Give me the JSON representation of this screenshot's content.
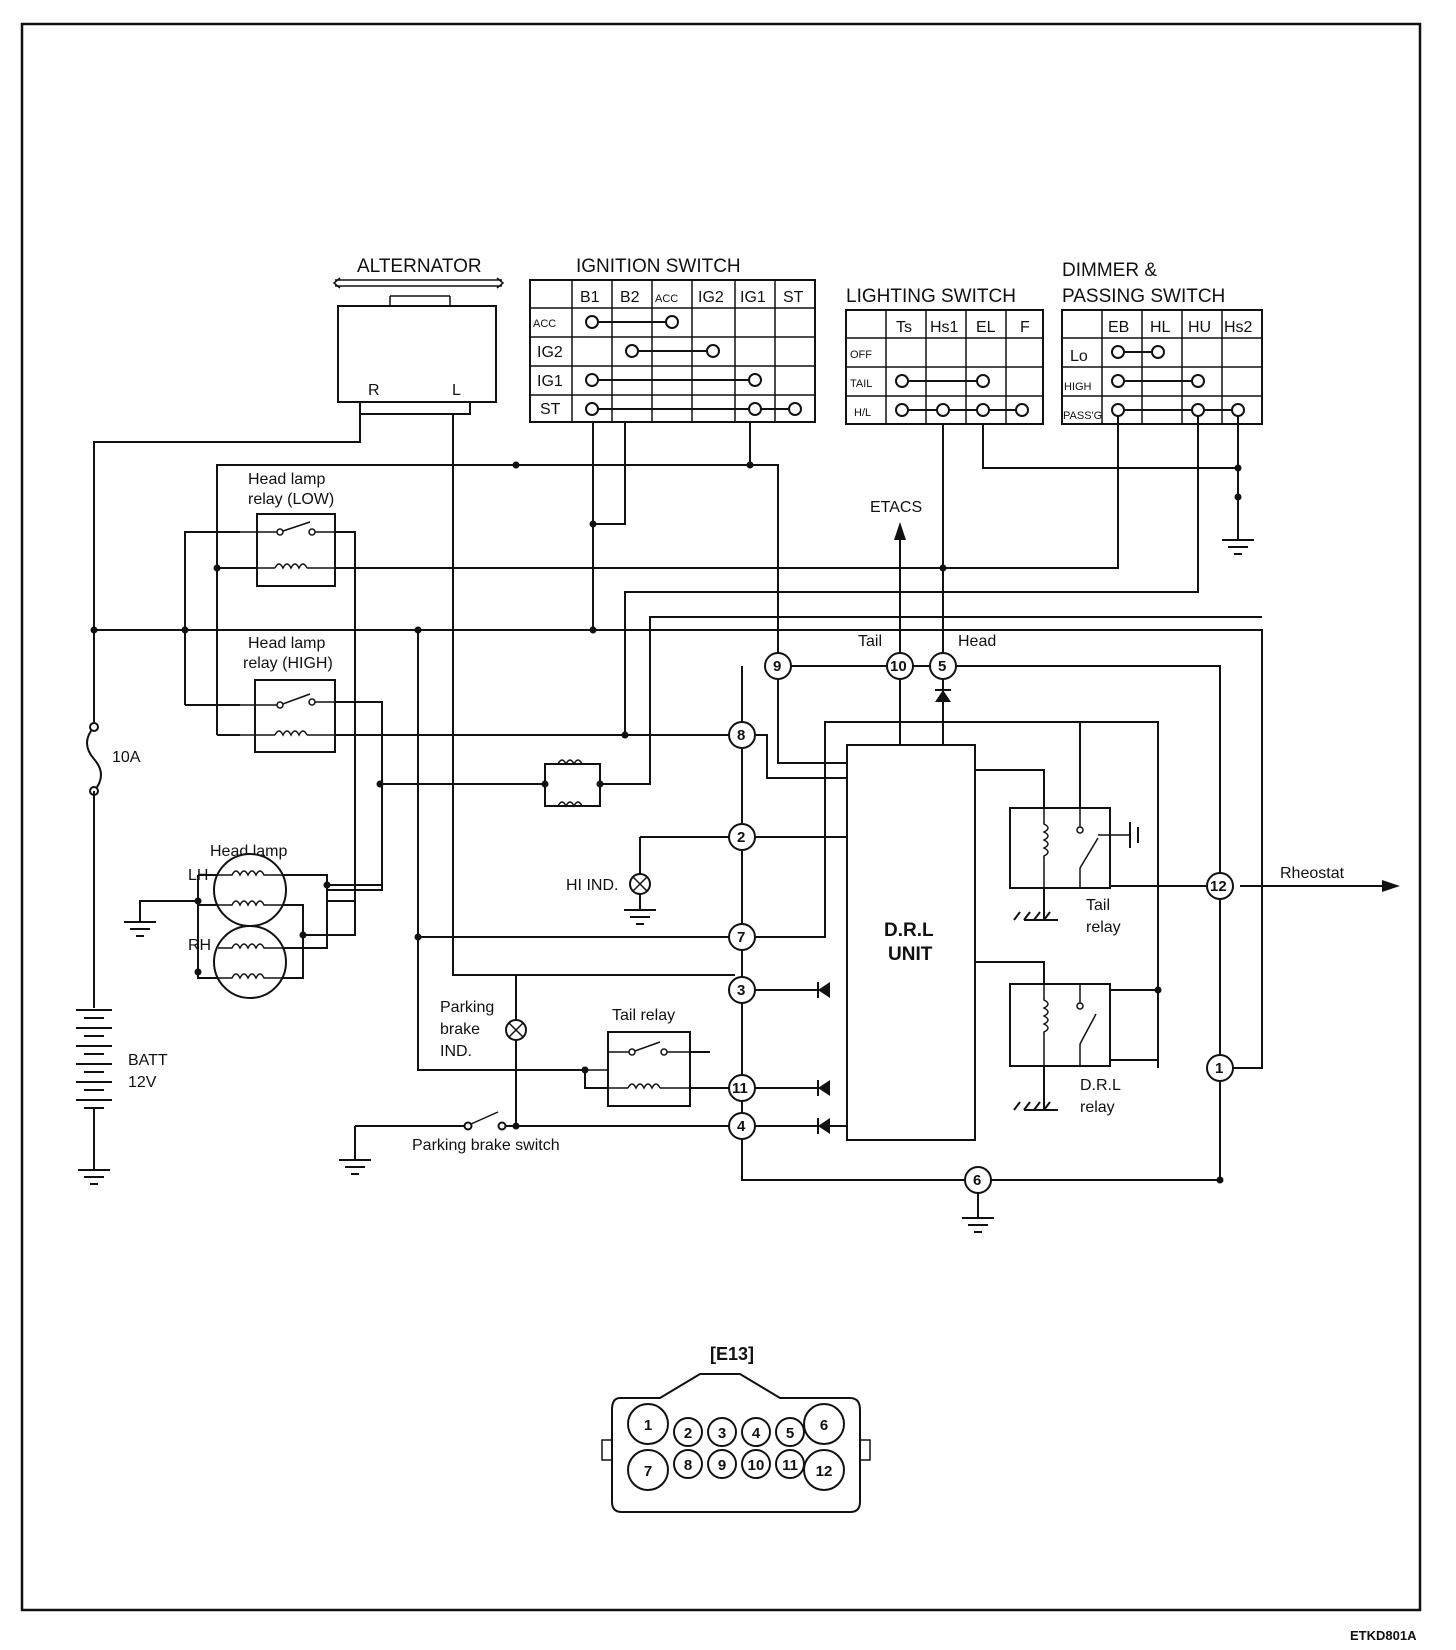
{
  "diagram_code": "ETKD801A",
  "components": {
    "alternator": {
      "title": "ALTERNATOR",
      "terminal_r": "R",
      "terminal_l": "L"
    },
    "ignition_switch": {
      "title": "IGNITION SWITCH",
      "columns": [
        "B1",
        "B2",
        "ACC",
        "IG2",
        "IG1",
        "ST"
      ],
      "rows": [
        "ACC",
        "IG2",
        "IG1",
        "ST"
      ]
    },
    "lighting_switch": {
      "title": "LIGHTING SWITCH",
      "columns": [
        "Ts",
        "Hs1",
        "EL",
        "F"
      ],
      "rows": [
        "OFF",
        "TAIL",
        "H/L"
      ]
    },
    "dimmer_switch": {
      "title_line1": "DIMMER &",
      "title_line2": "PASSING SWITCH",
      "columns": [
        "EB",
        "HL",
        "HU",
        "Hs2"
      ],
      "rows": [
        "Lo",
        "HIGH",
        "PASS'G"
      ]
    },
    "head_lamp_relay_low": {
      "line1": "Head lamp",
      "line2": "relay (LOW)"
    },
    "head_lamp_relay_high": {
      "line1": "Head lamp",
      "line2": "relay (HIGH)"
    },
    "fuse": {
      "label": "10A"
    },
    "head_lamp": {
      "title": "Head lamp",
      "lh": "LH",
      "rh": "RH"
    },
    "battery": {
      "line1": "BATT",
      "line2": "12V"
    },
    "hi_indicator": {
      "label": "HI IND."
    },
    "parking_brake_ind": {
      "line1": "Parking",
      "line2": "brake",
      "line3": "IND."
    },
    "tail_relay_left": {
      "label": "Tail relay"
    },
    "parking_brake_switch": {
      "label": "Parking brake switch"
    },
    "drl_unit": {
      "line1": "D.R.L",
      "line2": "UNIT"
    },
    "tail_relay_internal": {
      "line1": "Tail",
      "line2": "relay"
    },
    "drl_relay": {
      "line1": "D.R.L",
      "line2": "relay"
    },
    "etacs": {
      "label": "ETACS"
    },
    "rheostat": {
      "label": "Rheostat"
    },
    "tail_tap": {
      "label": "Tail"
    },
    "head_tap": {
      "label": "Head"
    }
  },
  "pins": {
    "p9": "9",
    "p10": "10",
    "p5": "5",
    "p8": "8",
    "p2": "2",
    "p7": "7",
    "p3": "3",
    "p11": "11",
    "p4": "4",
    "p6": "6",
    "p12": "12",
    "p1": "1"
  },
  "connector": {
    "name": "[E13]",
    "top_row": [
      "1",
      "2",
      "3",
      "4",
      "5",
      "6"
    ],
    "bottom_row": [
      "7",
      "8",
      "9",
      "10",
      "11",
      "12"
    ]
  }
}
